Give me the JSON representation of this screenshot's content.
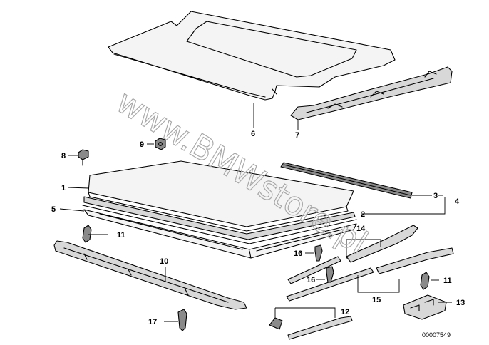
{
  "watermark": "www.BMWstore.pl",
  "diagram_code": "00007549",
  "callouts": {
    "c1": "1",
    "c2": "2",
    "c3": "3",
    "c4": "4",
    "c5": "5",
    "c6": "6",
    "c7": "7",
    "c8": "8",
    "c9": "9",
    "c10": "10",
    "c11a": "11",
    "c11b": "11",
    "c12": "12",
    "c13": "13",
    "c14": "14",
    "c15": "15",
    "c16a": "16",
    "c16b": "16",
    "c17": "17"
  }
}
